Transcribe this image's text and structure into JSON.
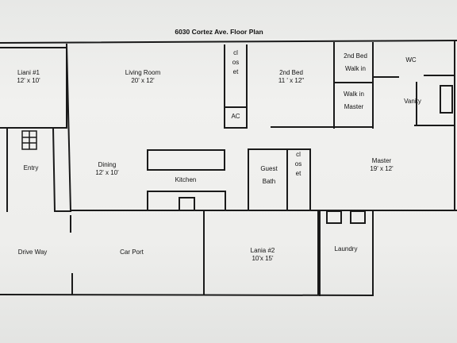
{
  "title": "6030 Cortez Ave. Floor Plan",
  "rooms": {
    "liani": {
      "name": "Liani #1",
      "size": "12' x 10'"
    },
    "living": {
      "name": "Living Room",
      "size": "20' x 12'"
    },
    "closet1": {
      "name": "closet"
    },
    "ac": {
      "name": "AC"
    },
    "bed2": {
      "name": "2nd Bed",
      "size": "11 ' x 12\""
    },
    "bed2_walkin": {
      "line1": "2nd Bed",
      "line2": "Walk in"
    },
    "wc": {
      "name": "WC"
    },
    "master_walkin": {
      "line1": "Walk in",
      "line2": "Master"
    },
    "vanity": {
      "name": "Vanity"
    },
    "entry": {
      "name": "Entry"
    },
    "dining": {
      "name": "Dining",
      "size": "12' x 10'"
    },
    "kitchen": {
      "name": "Kitchen"
    },
    "guest_bath": {
      "line1": "Guest",
      "line2": "Bath"
    },
    "closet2": {
      "name": "closet"
    },
    "master": {
      "name": "Master",
      "size": "19' x 12'"
    },
    "driveway": {
      "name": "Drive Way"
    },
    "carport": {
      "name": "Car Port"
    },
    "lania2": {
      "name": "Lania #2",
      "size": "10'x 15'"
    },
    "laundry": {
      "name": "Laundry"
    }
  }
}
